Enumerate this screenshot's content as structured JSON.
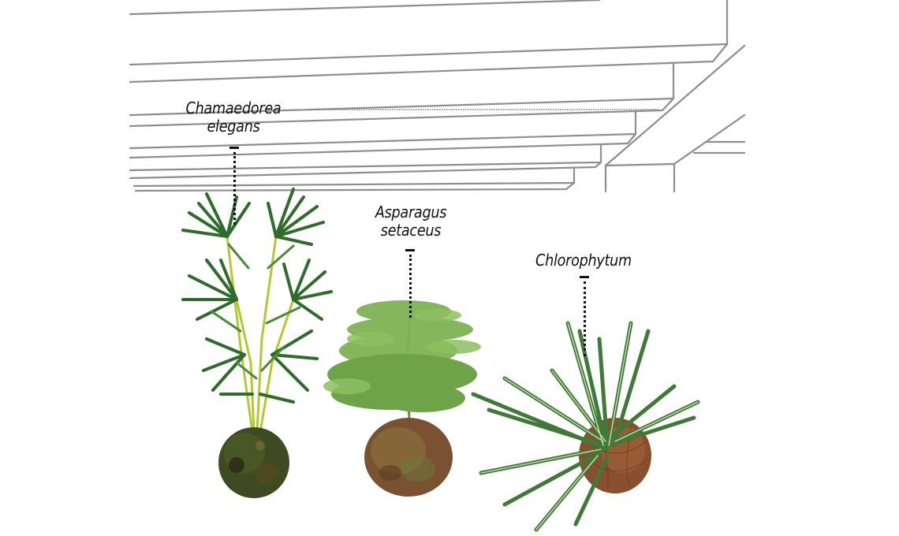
{
  "figure": {
    "type": "illustration",
    "subject": "hanging kokedama plants under a ceiling",
    "colors": {
      "background": "#ffffff",
      "ceiling_line": "#8a8a8a",
      "label_text": "#111111",
      "leader_line": "#111111",
      "palm_green": "#2f6b2a",
      "fern_green": "#6fa34a",
      "spider_green": "#3f7a38",
      "moss_ball": "#3d4a22",
      "moss_ball_brown": "#7a5232",
      "coco_ball": "#8a4f2e"
    }
  },
  "plants": [
    {
      "id": "chamaedorea",
      "label_lines": [
        "Chamaedorea",
        "elegans"
      ],
      "kind": "palm",
      "ball": "green moss ball"
    },
    {
      "id": "asparagus",
      "label_lines": [
        "Asparagus",
        "setaceus"
      ],
      "kind": "fern",
      "ball": "brown moss ball"
    },
    {
      "id": "chlorophytum",
      "label_lines": [
        "Chlorophytum"
      ],
      "kind": "spider plant",
      "ball": "coconut fiber ball"
    }
  ]
}
